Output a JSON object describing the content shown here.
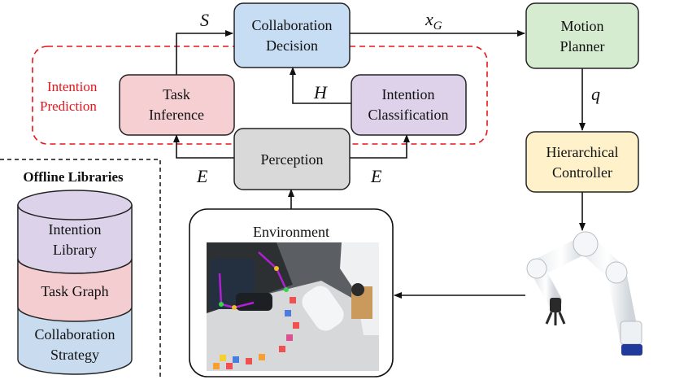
{
  "colors": {
    "collaboration_fill": "#c6ddf3",
    "motion_fill": "#d6ecd0",
    "controller_fill": "#fff1c9",
    "task_fill": "#f6cfd2",
    "intention_fill": "#ddd2ea",
    "perception_fill": "#d9d9d9",
    "dashed_red": "#e8141c",
    "lib_intention": "#dcd2ea",
    "lib_task": "#f3cdd0",
    "lib_strategy": "#c9dcef"
  },
  "nodes": {
    "collaboration_decision": {
      "line1": "Collaboration",
      "line2": "Decision"
    },
    "motion_planner": {
      "line1": "Motion",
      "line2": "Planner"
    },
    "hierarchical_controller": {
      "line1": "Hierarchical",
      "line2": "Controller"
    },
    "task_inference": {
      "line1": "Task",
      "line2": "Inference"
    },
    "intention_classification": {
      "line1": "Intention",
      "line2": "Classification"
    },
    "perception": {
      "label": "Perception"
    },
    "environment": {
      "label": "Environment"
    }
  },
  "group": {
    "line1": "Intention",
    "line2": "Prediction"
  },
  "edge_labels": {
    "s": "S",
    "xg_base": "x",
    "xg_sub": "G",
    "h": "H",
    "q": "q",
    "e_left": "E",
    "e_right": "E"
  },
  "libraries": {
    "title": "Offline Libraries",
    "layers": [
      {
        "line1": "Intention",
        "line2": "Library"
      },
      {
        "line1": "Task Graph"
      },
      {
        "line1": "Collaboration",
        "line2": "Strategy"
      }
    ]
  }
}
